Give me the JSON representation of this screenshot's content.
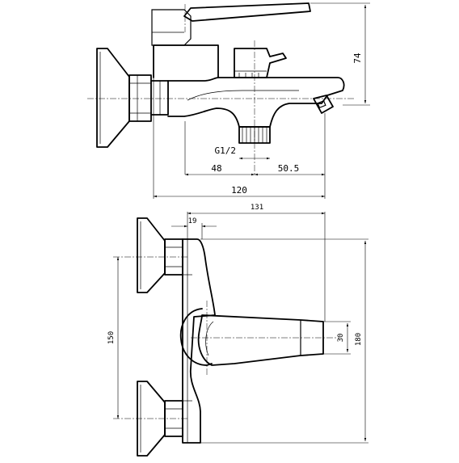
{
  "dimensions": {
    "side_view": {
      "height": "74",
      "thread": "G1/2",
      "left_to_outlet": "48",
      "outlet_to_spout": "50.5",
      "overall_depth": "120"
    },
    "front_view": {
      "overall_width": "131",
      "nut_offset": "19",
      "inlet_spacing": "150",
      "spout_height": "30",
      "overall_height": "180"
    }
  }
}
